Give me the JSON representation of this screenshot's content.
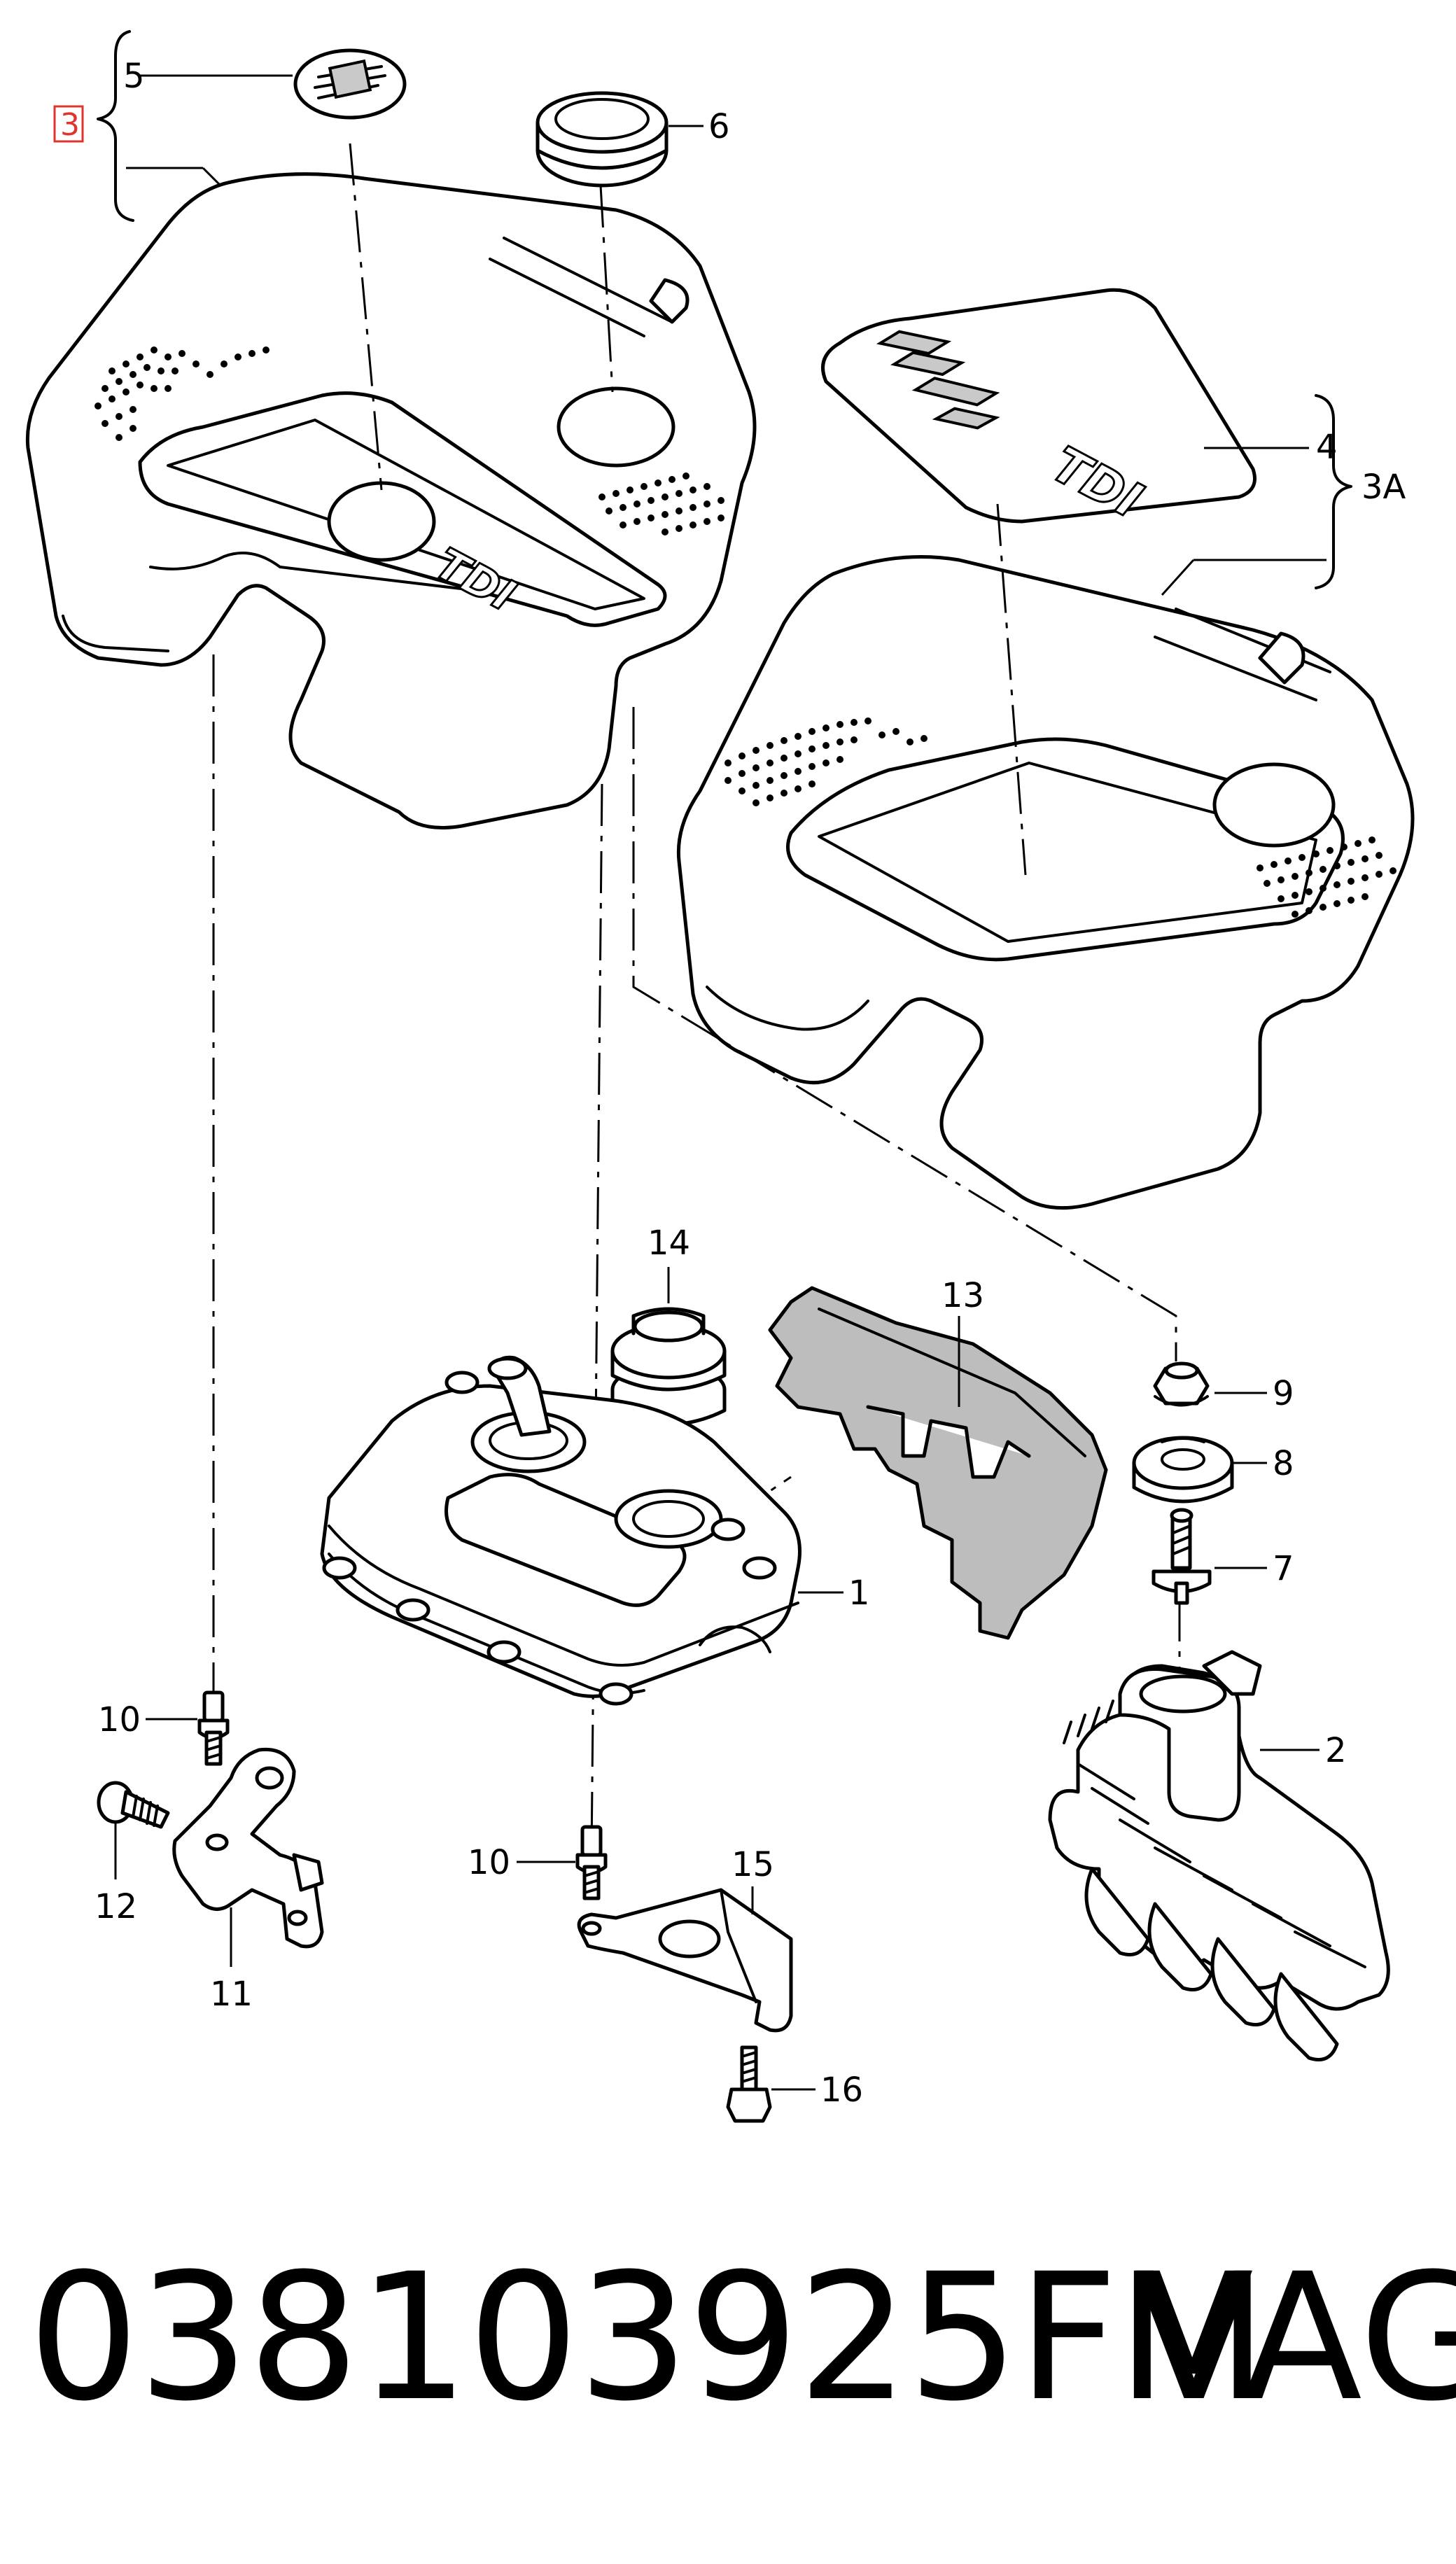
{
  "callouts": {
    "c1": "1",
    "c2": "2",
    "c3": "3",
    "c3a": "3A",
    "c4": "4",
    "c5": "5",
    "c6": "6",
    "c7": "7",
    "c8": "8",
    "c9": "9",
    "c10a": "10",
    "c10b": "10",
    "c11": "11",
    "c12": "12",
    "c13": "13",
    "c14": "14",
    "c15": "15",
    "c16": "16"
  },
  "cover_marks": {
    "tdi_front": "TDI",
    "tdi_plate": "TDI"
  },
  "footer": {
    "part_number": "038103925FM",
    "brand": "VAG"
  },
  "colors": {
    "line": "#000000",
    "highlight": "#e0342f",
    "background": "#ffffff"
  }
}
